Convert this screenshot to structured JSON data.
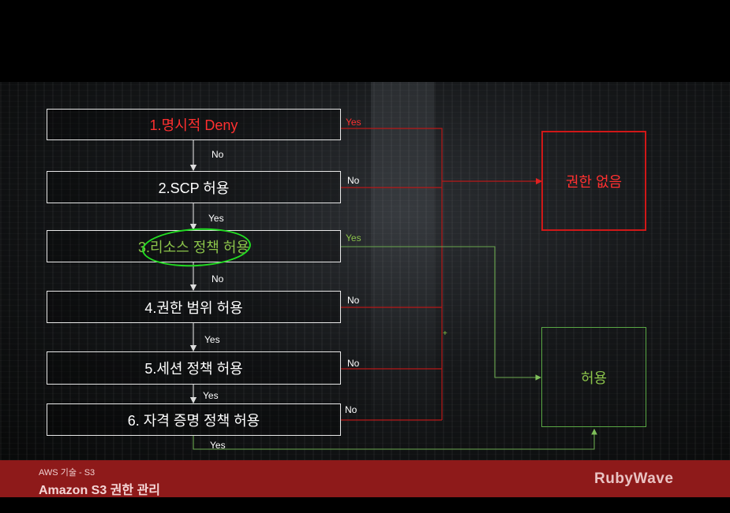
{
  "steps": [
    {
      "label": "1.명시적 Deny"
    },
    {
      "label": "2.SCP 허용"
    },
    {
      "label": "3.리소스 정책 허용"
    },
    {
      "label": "4.권한 범위 허용"
    },
    {
      "label": "5.세션 정책 허용"
    },
    {
      "label": "6. 자격 증명 정책 허용"
    }
  ],
  "edges": {
    "yes": "Yes",
    "no": "No",
    "plus": "+"
  },
  "outcomes": {
    "deny": "권한 없음",
    "allow": "허용"
  },
  "footer": {
    "category": "AWS 기술 - S3",
    "title": "Amazon S3 권한 관리",
    "logo": "RubyWave"
  },
  "colors": {
    "deny": "#ff3030",
    "allow": "#8bc34a",
    "footer_bg": "#8e1a1a"
  }
}
